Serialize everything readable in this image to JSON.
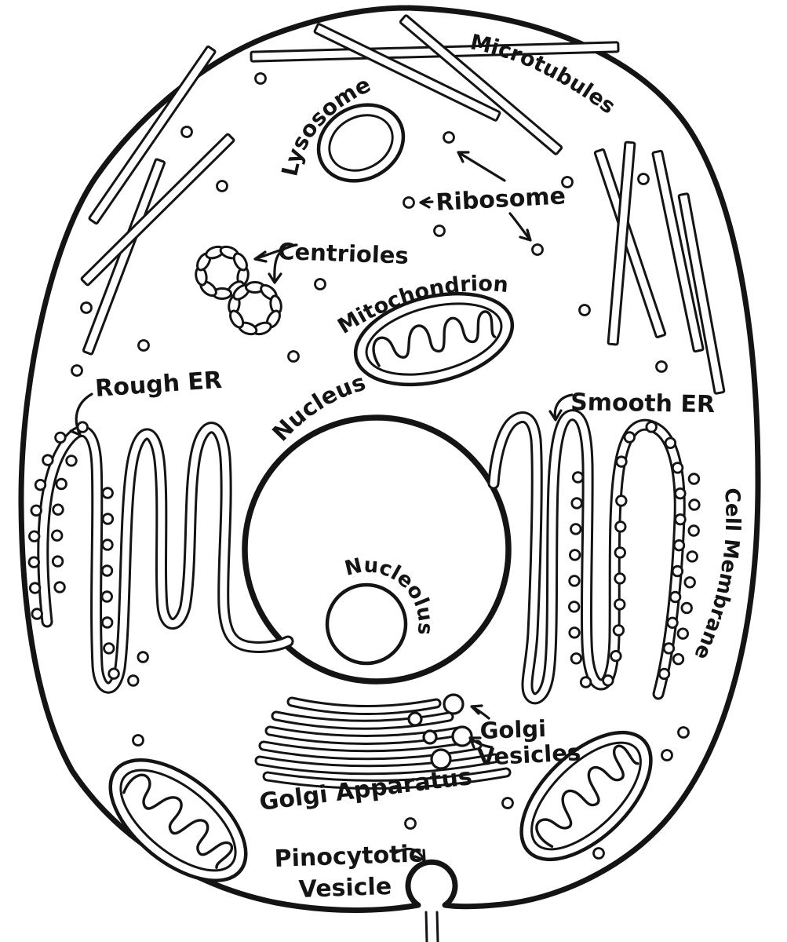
{
  "diagram": {
    "colors": {
      "ink": "#141414",
      "background": "#ffffff"
    },
    "labels": {
      "microtubules": "Microtubules",
      "lysosome": "Lysosome",
      "ribosome": "Ribosome",
      "centrioles": "Centrioles",
      "mitochondrion": "Mitochondrion",
      "nucleus": "Nucleus",
      "nucleolus": "Nucleolus",
      "rough_er": "Rough ER",
      "smooth_er": "Smooth ER",
      "cell_membrane": "Cell Membrane",
      "golgi_apparatus": "Golgi Apparatus",
      "golgi_vesicles_line1": "Golgi",
      "golgi_vesicles_line2": "Vesicles",
      "pinocytotic_vesicle_line1": "Pinocytotic",
      "pinocytotic_vesicle_line2": "Vesicle"
    }
  }
}
